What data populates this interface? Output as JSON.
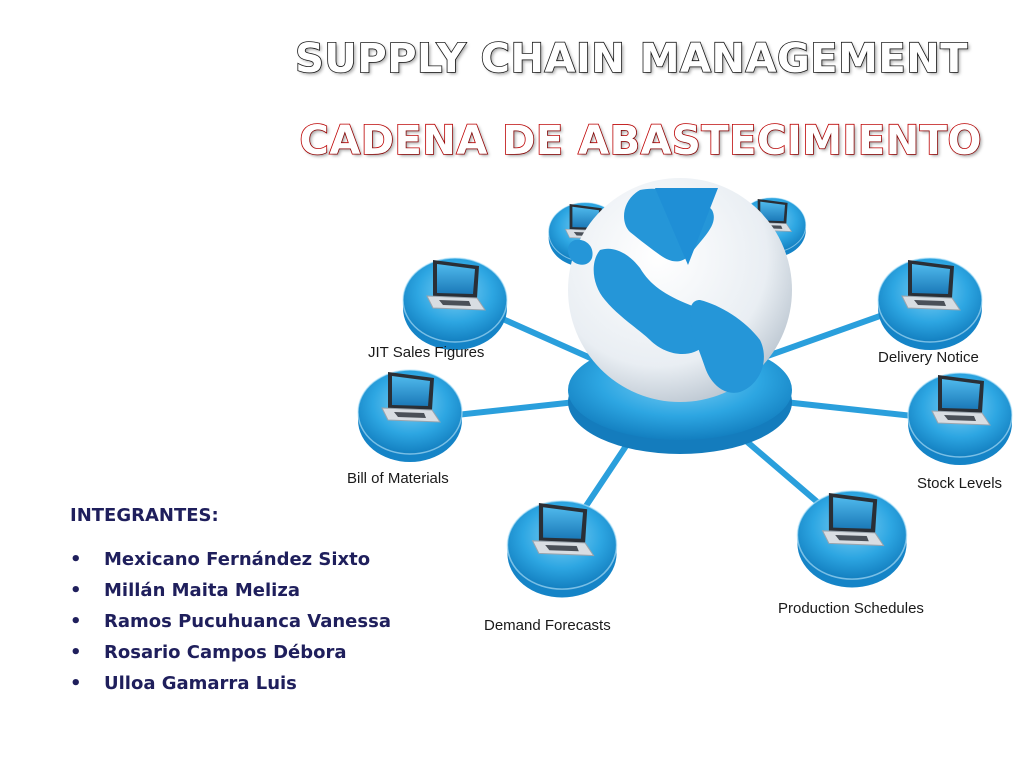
{
  "titles": {
    "english": "SUPPLY CHAIN MANAGEMENT",
    "spanish": "CADENA DE ABASTECIMIENTO"
  },
  "diagram": {
    "center": "globe-icon",
    "node_icon": "laptop-icon",
    "accent_color": "#29a3e0",
    "nodes": [
      {
        "label": "JIT Sales Figures"
      },
      {
        "label": "Delivery Notice"
      },
      {
        "label": "Bill of Materials"
      },
      {
        "label": "Stock Levels"
      },
      {
        "label": "Demand Forecasts"
      },
      {
        "label": "Production Schedules"
      }
    ]
  },
  "team": {
    "heading": "INTEGRANTES:",
    "members": [
      "Mexicano Fernández Sixto",
      "Millán Maita Meliza",
      "Ramos Pucuhuanca Vanessa",
      "Rosario Campos Débora",
      "Ulloa Gamarra Luis"
    ]
  }
}
